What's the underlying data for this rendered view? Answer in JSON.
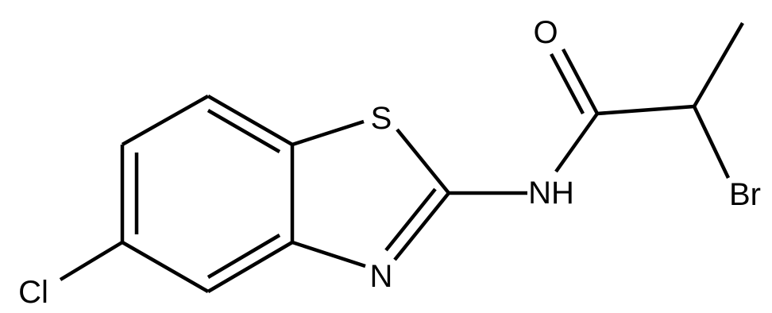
{
  "structure": {
    "atoms": {
      "O": "O",
      "S": "S",
      "NH": "NH",
      "N": "N",
      "Br": "Br",
      "Cl": "Cl"
    }
  }
}
